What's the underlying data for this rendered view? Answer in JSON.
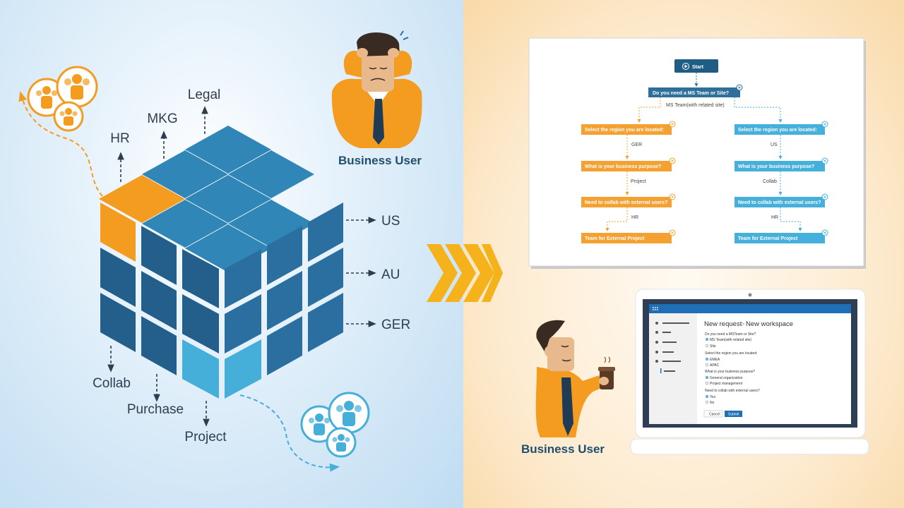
{
  "left": {
    "top_labels": [
      "Legal",
      "MKG",
      "HR"
    ],
    "right_labels": [
      "US",
      "AU",
      "GER"
    ],
    "bottom_labels": [
      "Collab",
      "Purchase",
      "Project"
    ],
    "business_user": "Business User"
  },
  "flowchart": {
    "start": "Start",
    "question": "Do you need a MS Team or Site?",
    "branch_label": "MS Team(with related site)",
    "left_branch": {
      "region": "Select the region you are located:",
      "region_answer": "GER",
      "purpose": "What is your business  purpose?",
      "purpose_answer": "Project",
      "collab": "Need to collab with external users?",
      "collab_answer": "HR",
      "result": "Team for External Project"
    },
    "right_branch": {
      "region": "Select the region you are located:",
      "region_answer": "US",
      "purpose": "What is your business  purpose?",
      "purpose_answer": "Collab",
      "collab": "Need to collab with external users?",
      "collab_answer": "HR",
      "result": "Team for External Project"
    }
  },
  "laptop": {
    "title_main": "New request",
    "title_sep": ">",
    "title_sub": "New workspace",
    "q1": "Do you need a MSTeam or Site?",
    "q1_opts": [
      "MS Team(with related site)",
      "Site"
    ],
    "q2": "Select the region you are located:",
    "q2_opts": [
      "EMEA",
      "APAC"
    ],
    "q3": "What is your business purpose?",
    "q3_opts": [
      "General organization",
      "Project management"
    ],
    "q4": "Need to collab with external users?",
    "q4_opts": [
      "Yes",
      "No"
    ],
    "cancel": "Cancel",
    "submit": "Submit"
  },
  "right": {
    "business_user": "Business User"
  },
  "colors": {
    "cube_dark": "#235f8a",
    "cube_top": "#2f86b7",
    "orange": "#f39c1f",
    "light_blue": "#45afd9",
    "flow_blue": "#2f6f9c",
    "flow_orange": "#f5a131",
    "flow_cyan": "#46b0dc"
  }
}
